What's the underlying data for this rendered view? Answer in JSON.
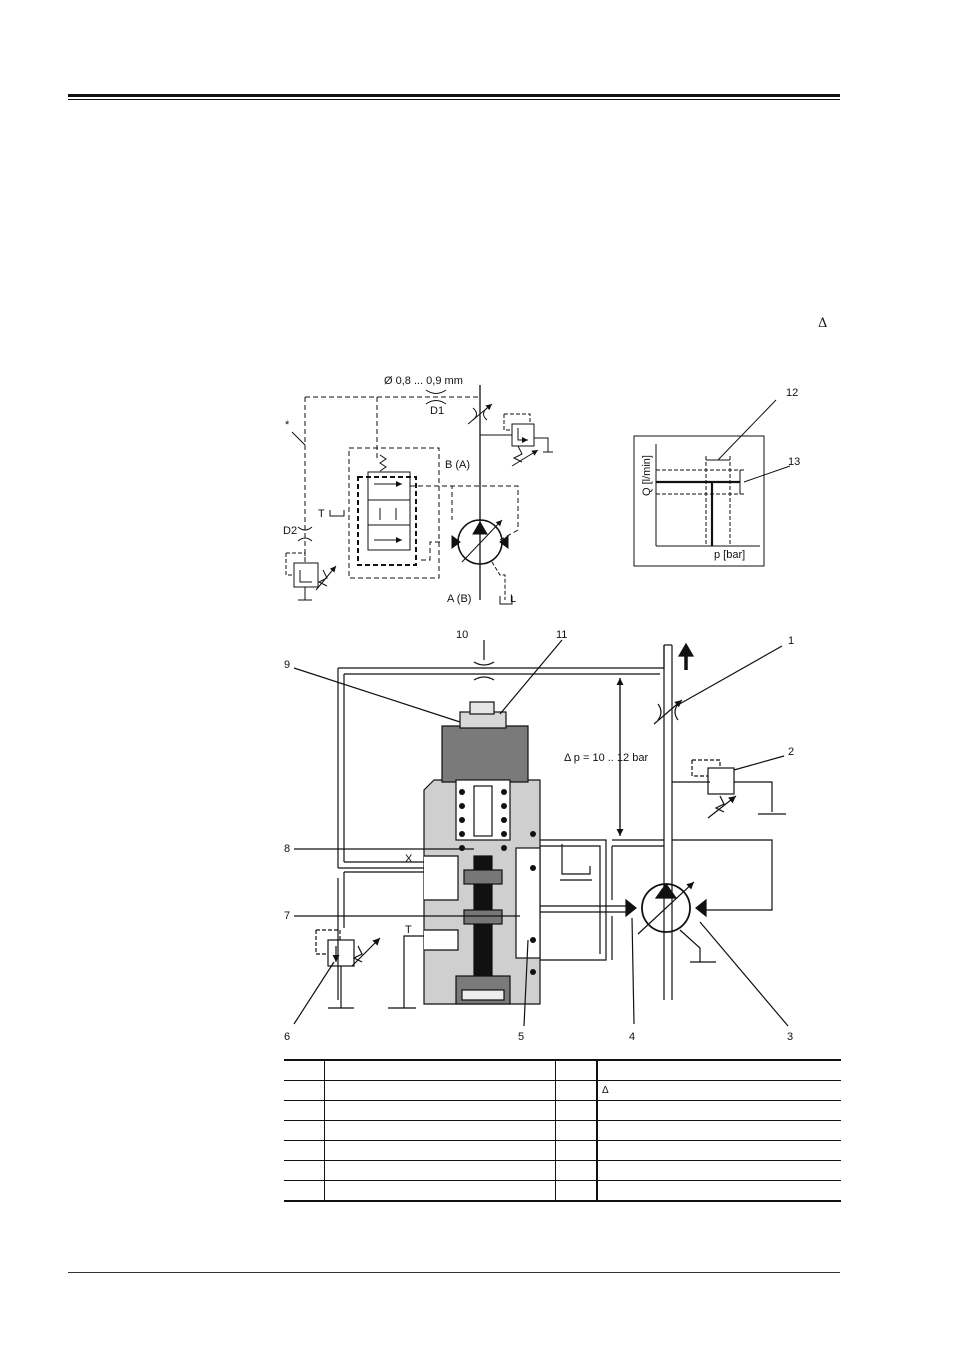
{
  "header": {
    "rule": ""
  },
  "text": {
    "delta_symbol": "Δ"
  },
  "schematic": {
    "orifice_label": "Ø 0,8 ... 0,9 mm",
    "d1": "D1",
    "d2": "D2",
    "asterisk": "*",
    "port_t": "T",
    "port_b": "B (A)",
    "port_a": "A (B)",
    "port_l": "L"
  },
  "graph": {
    "ylabel": "Q [l/min]",
    "xlabel": "p [bar]",
    "callout_12": "12",
    "callout_13": "13"
  },
  "section": {
    "callouts": [
      "10",
      "11",
      "1",
      "9",
      "2",
      "8",
      "7",
      "6",
      "5",
      "4",
      "3"
    ],
    "delta_p": "Δ p = 10 .. 12 bar",
    "port_x": "X",
    "port_t": "T"
  },
  "legend_table": {
    "rows": [
      [
        "",
        "",
        "",
        ""
      ],
      [
        "",
        "",
        "",
        "Δ"
      ],
      [
        "",
        "",
        "",
        ""
      ],
      [
        "",
        "",
        "",
        ""
      ],
      [
        "",
        "",
        "",
        ""
      ],
      [
        "",
        "",
        "",
        ""
      ],
      [
        "",
        "",
        "",
        ""
      ]
    ]
  }
}
